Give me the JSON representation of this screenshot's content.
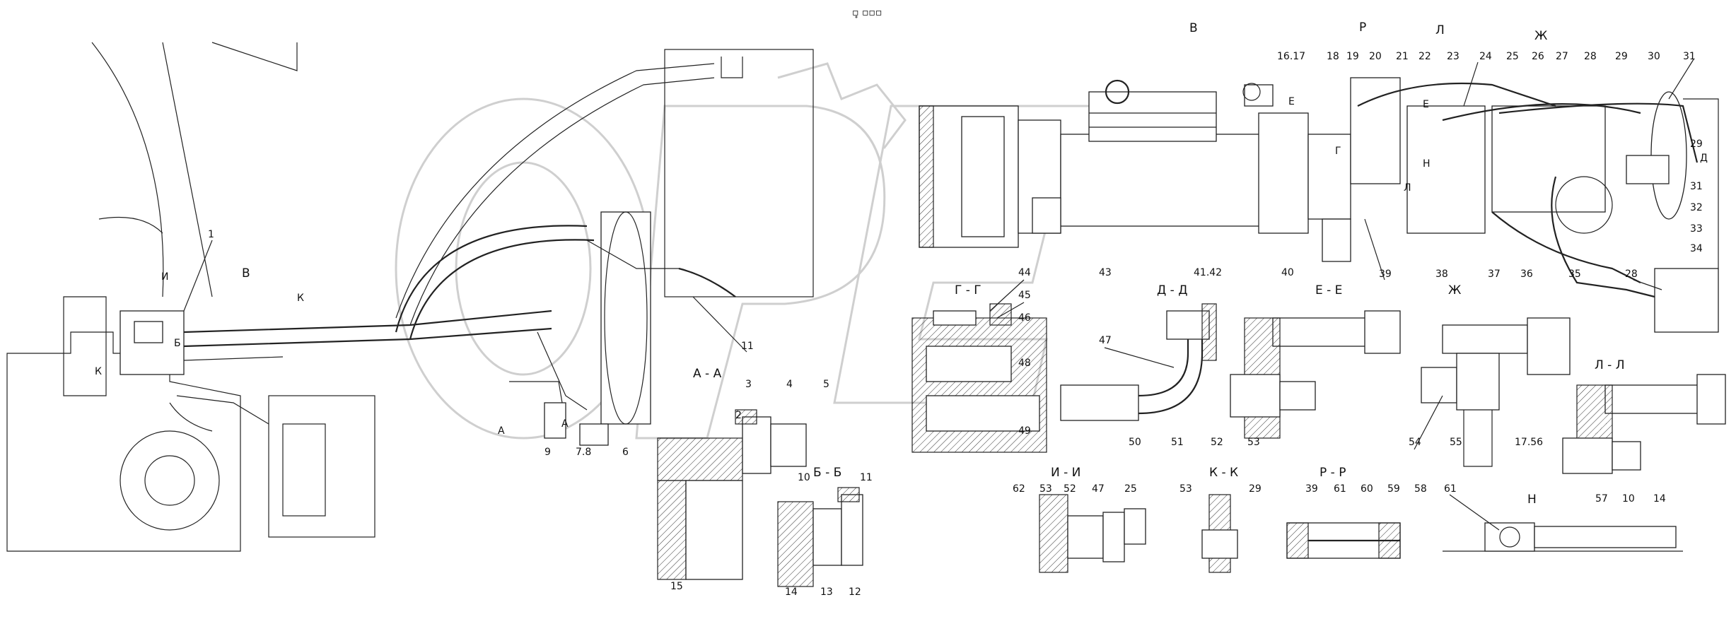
{
  "header_mark": "▫̥ ▫▫▫",
  "view_letters": {
    "v_top": "В",
    "v_left": "В",
    "i": "И",
    "b": "Б",
    "k_top": "К",
    "k_left": "К",
    "a_left": "А",
    "a_right": "А",
    "p": "Р",
    "l_top": "Л",
    "l_mid": "Л",
    "zh": "Ж",
    "e_1": "Е",
    "e_2": "Е",
    "g": "Г",
    "d": "Д",
    "n": "Н"
  },
  "section_titles": {
    "a_a": "А - А",
    "b_b": "Б - Б",
    "g_g": "Г - Г",
    "d_d": "Д - Д",
    "e_e": "Е - Е",
    "zh": "Ж",
    "l_l": "Л - Л",
    "i_i": "И - И",
    "k_k": "К - К",
    "r_r": "Р - Р",
    "n": "Н"
  },
  "callouts": {
    "top_row": [
      "16.17",
      "18",
      "19",
      "20",
      "21",
      "22",
      "23",
      "24",
      "25",
      "26",
      "27",
      "28",
      "29",
      "30",
      "31"
    ],
    "right_col": [
      "29",
      "31",
      "32",
      "33",
      "34"
    ],
    "mid_row": [
      "39",
      "38",
      "37",
      "36",
      "35",
      "28"
    ],
    "left_view": [
      "1",
      "9",
      "7.8",
      "6",
      "11"
    ],
    "a_a": [
      "2",
      "3",
      "4",
      "5",
      "15"
    ],
    "b_b": [
      "10",
      "11",
      "14",
      "13",
      "12"
    ],
    "g_g": [
      "44",
      "45",
      "46",
      "48",
      "49"
    ],
    "d_d": [
      "43",
      "41.42",
      "47",
      "50",
      "51"
    ],
    "e_e": [
      "40",
      "52",
      "53"
    ],
    "zh": [
      "54",
      "55",
      "17.56"
    ],
    "l_l": [
      "57",
      "10",
      "14"
    ],
    "i_i": [
      "62",
      "53",
      "52",
      "47",
      "25"
    ],
    "k_k": [
      "53",
      "29"
    ],
    "r_r": [
      "39",
      "61",
      "60",
      "59",
      "58"
    ],
    "n": [
      "61"
    ]
  }
}
